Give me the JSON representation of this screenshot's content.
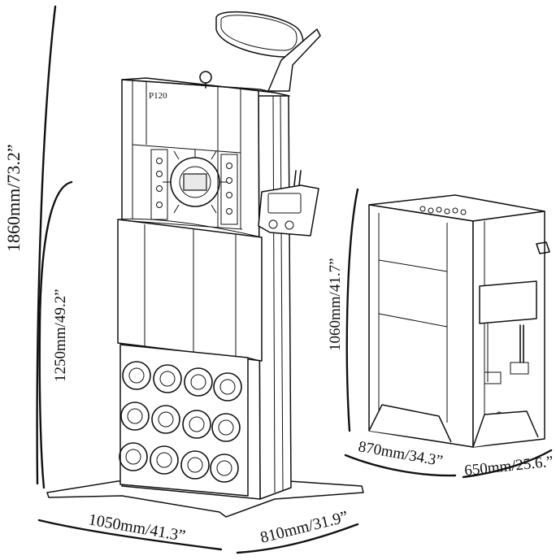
{
  "press_label": "P120",
  "dimensions": {
    "machine_height": "1860mm/73.2”",
    "stand_height": "1250mm/49.2”",
    "stand_width": "1050mm/41.3”",
    "stand_depth": "810mm/31.9”",
    "cabinet_height": "1060mm/41.7”",
    "cabinet_width": "870mm/34.3”",
    "cabinet_depth": "650mm/25.6.”"
  },
  "colors": {
    "line": "#111111",
    "background": "#ffffff"
  }
}
